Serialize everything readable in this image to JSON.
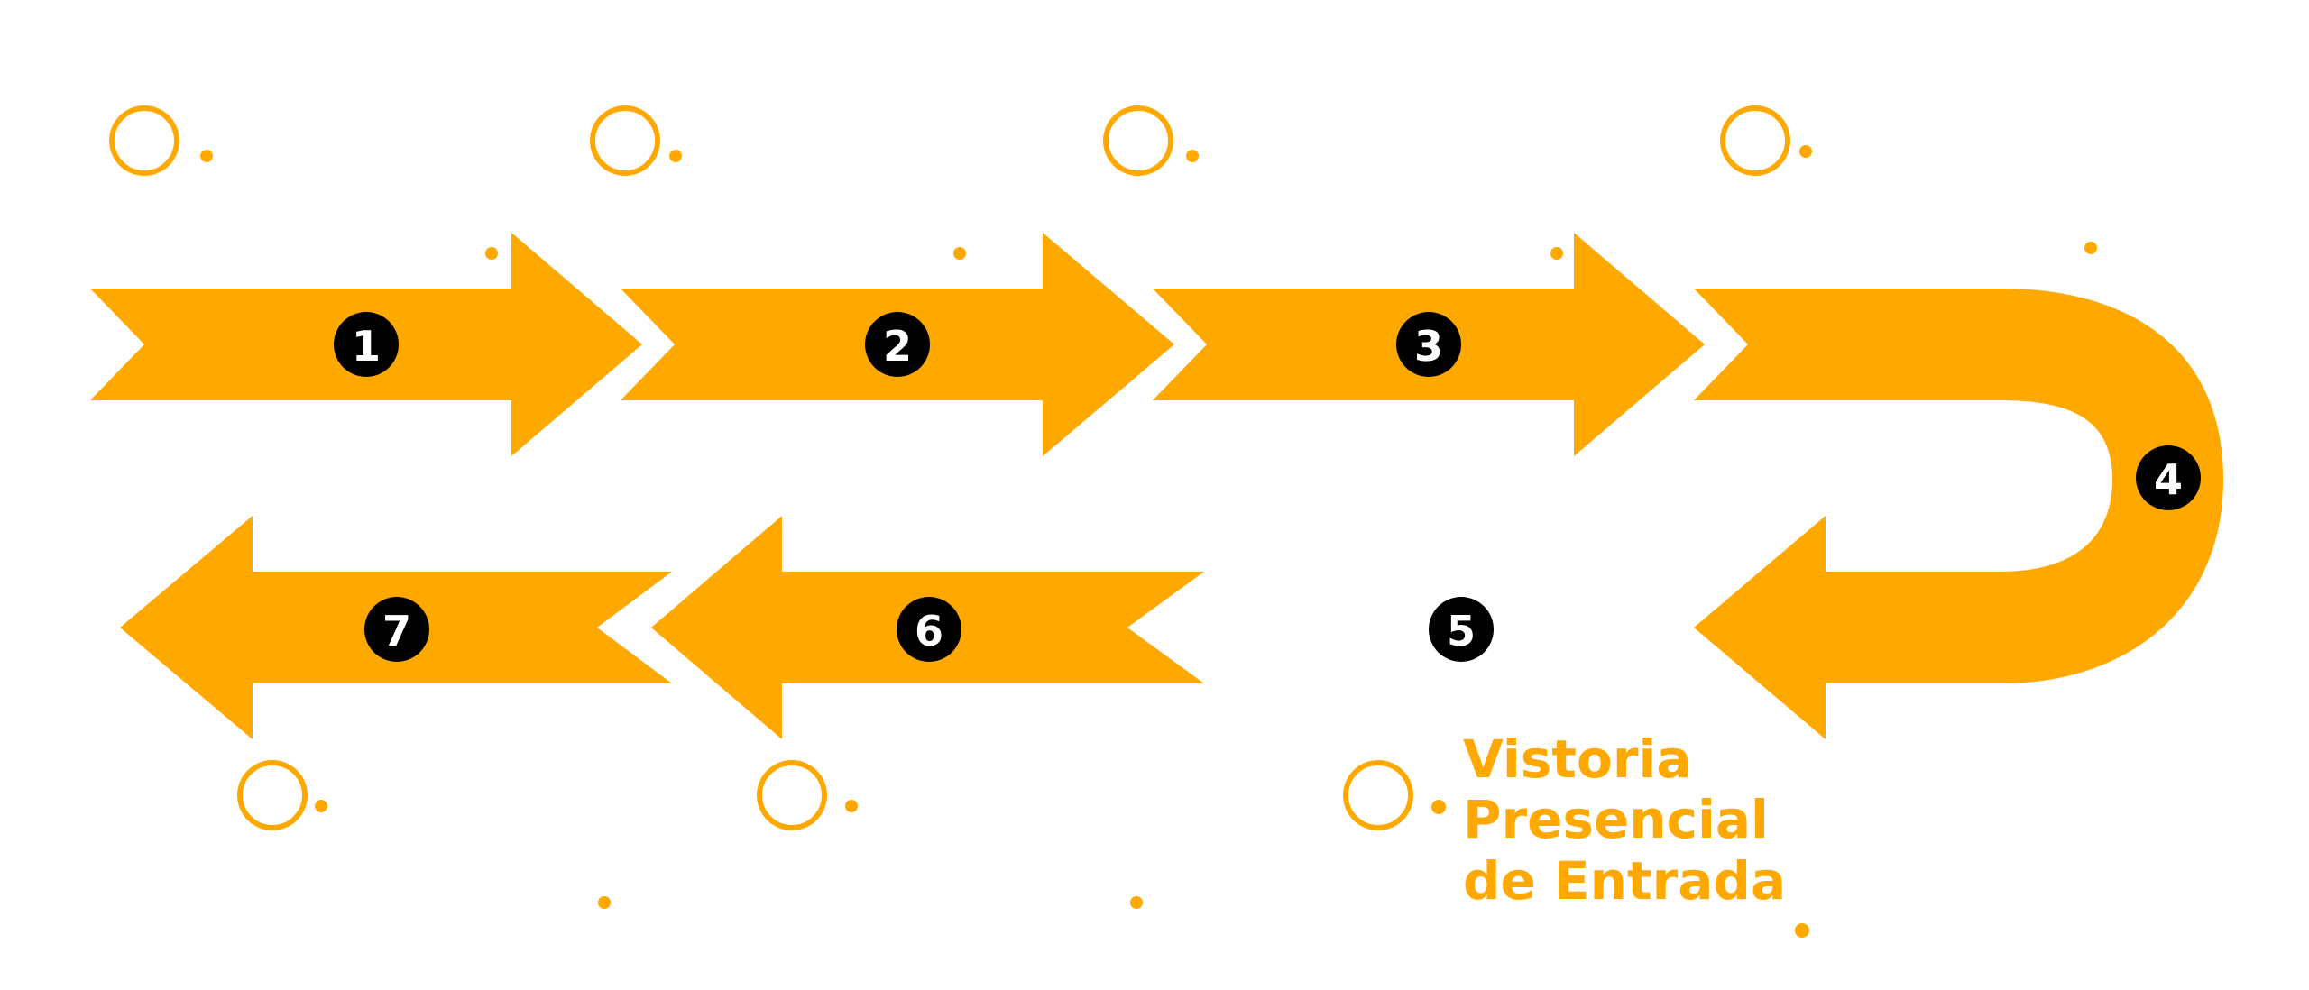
{
  "colors": {
    "arrow": "#FFA800",
    "badge": "#000000",
    "badge_text": "#FFFFFF",
    "accent_text": "#FFA800",
    "faint_text": "#F7F7F7"
  },
  "steps": [
    {
      "number": "1"
    },
    {
      "number": "2"
    },
    {
      "number": "3"
    },
    {
      "number": "4"
    },
    {
      "number": "5",
      "title_lines": [
        "Vistoria",
        "Presencial",
        "de Entrada"
      ]
    },
    {
      "number": "6"
    },
    {
      "number": "7"
    }
  ]
}
